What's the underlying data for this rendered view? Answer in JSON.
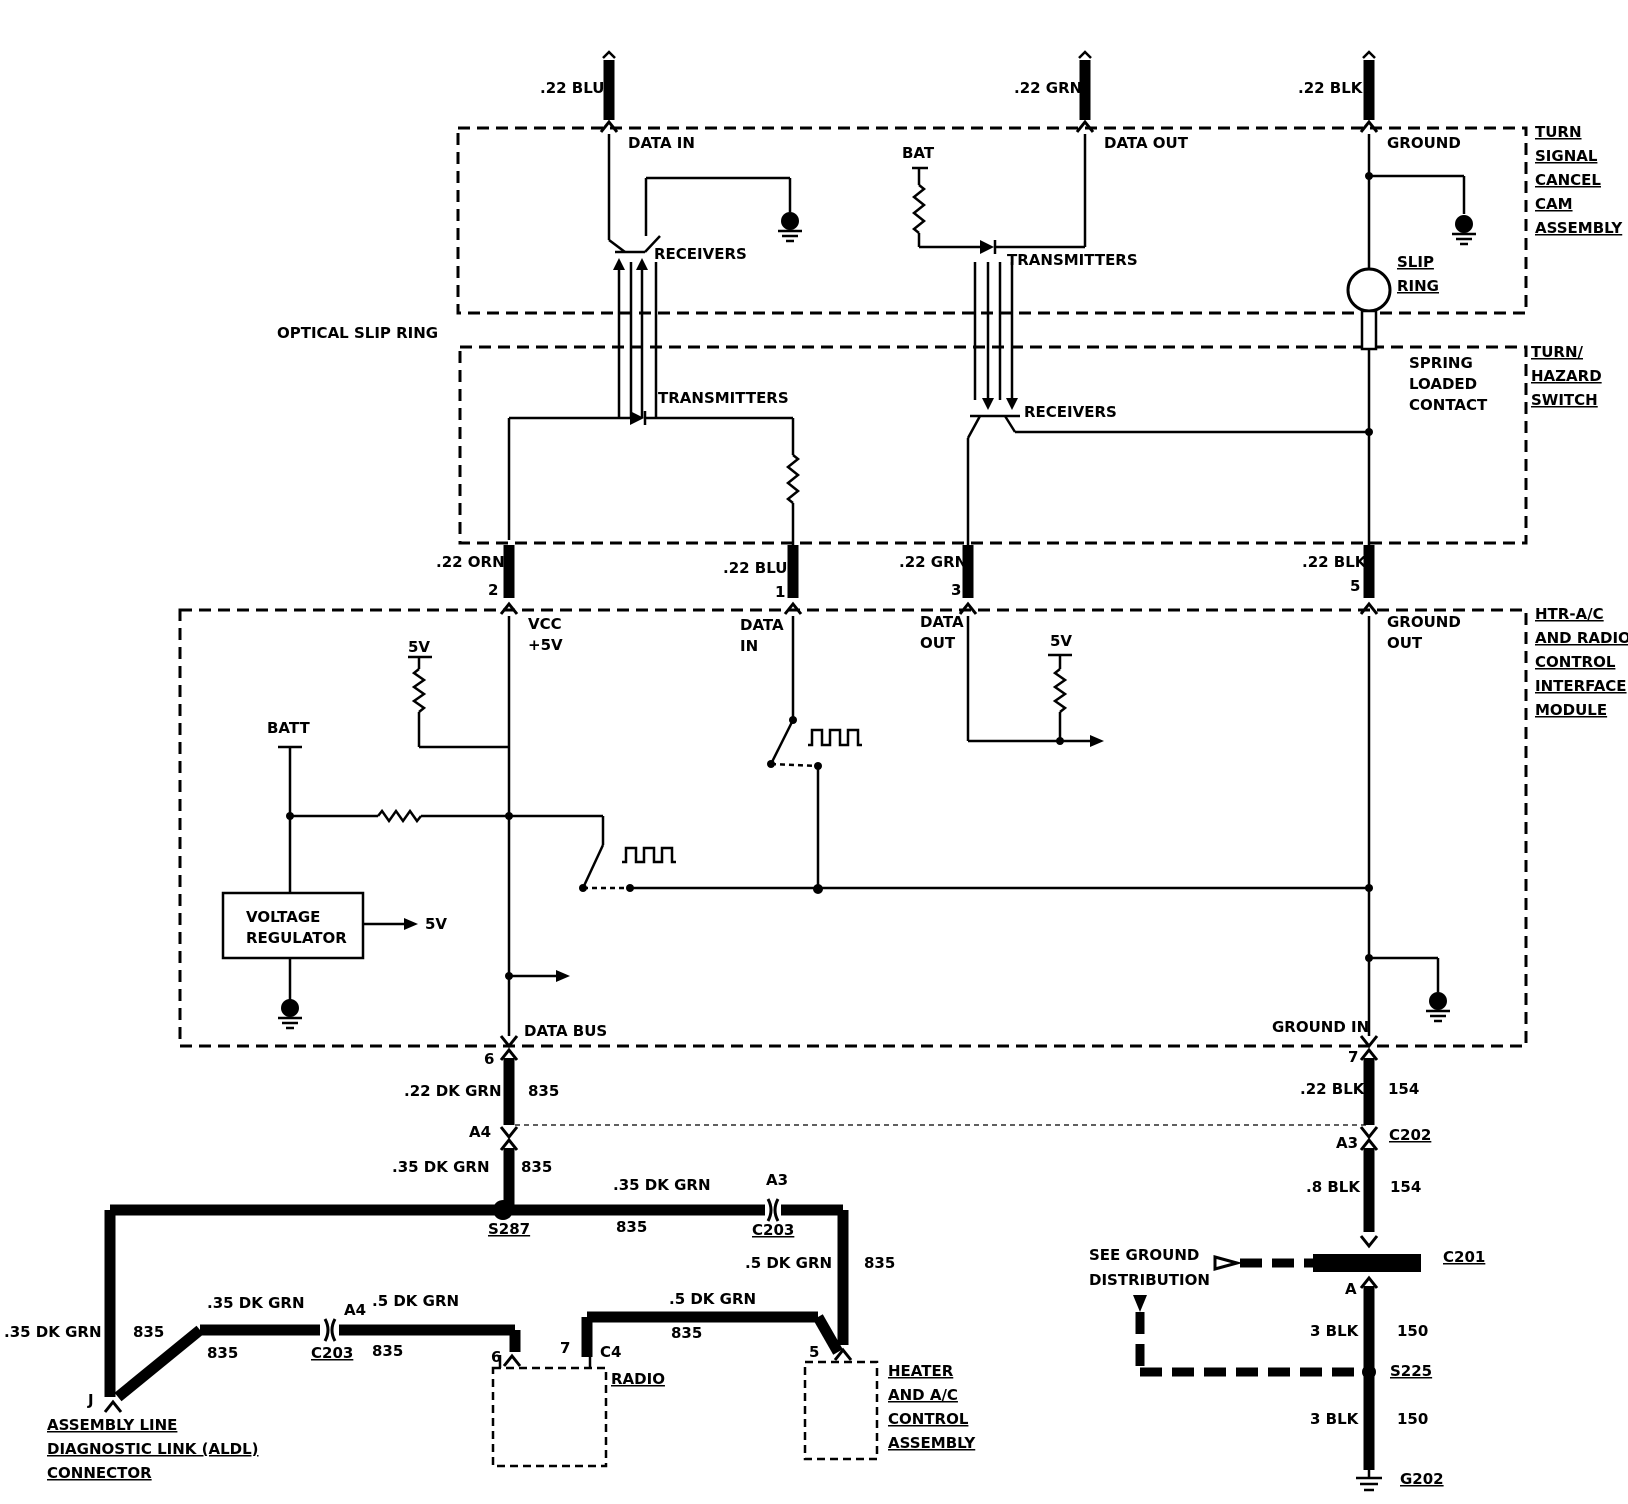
{
  "modules": {
    "turn_signal": [
      "TURN",
      "SIGNAL",
      "CANCEL",
      "CAM",
      "ASSEMBLY"
    ],
    "turn_hazard": [
      "TURN/",
      "HAZARD",
      "SWITCH"
    ],
    "htr_ac": [
      "HTR-A/C",
      "AND RADIO",
      "CONTROL",
      "INTERFACE",
      "MODULE"
    ]
  },
  "optical_slip_ring": "OPTICAL SLIP RING",
  "top_wires": [
    ".22 BLU",
    ".22 GRN",
    ".22 BLK"
  ],
  "turn_signal_labels": {
    "data_in": "DATA IN",
    "data_out": "DATA OUT",
    "ground": "GROUND",
    "bat": "BAT",
    "receivers": "RECEIVERS",
    "transmitters": "TRANSMITTERS",
    "slip_ring": [
      "SLIP",
      "RING"
    ]
  },
  "hazard_labels": {
    "transmitters": "TRANSMITTERS",
    "receivers": "RECEIVERS",
    "spring": [
      "SPRING",
      "LOADED",
      "CONTACT"
    ]
  },
  "mid_wires": [
    {
      "color": ".22 ORN",
      "pin": "2"
    },
    {
      "color": ".22 BLU",
      "pin": "1"
    },
    {
      "color": ".22 GRN",
      "pin": "3"
    },
    {
      "color": ".22 BLK",
      "pin": "5"
    }
  ],
  "interface_labels": {
    "vcc": [
      "VCC",
      "+5V"
    ],
    "data_in": [
      "DATA",
      "IN"
    ],
    "data_out": [
      "DATA",
      "OUT"
    ],
    "ground_out": [
      "GROUND",
      "OUT"
    ],
    "v5": "5V",
    "batt": "BATT",
    "voltage_regulator": [
      "VOLTAGE",
      "REGULATOR"
    ],
    "reg_out": "5V",
    "data_bus": "DATA BUS",
    "ground_in": "GROUND IN"
  },
  "lower": {
    "pin6": "6",
    "pin7": "7",
    "w_22dkgrn": ".22 DK GRN",
    "c835": "835",
    "a4": "A4",
    "w_22blk": ".22 BLK",
    "c154": "154",
    "a3": "A3",
    "c202": "C202",
    "w_35dkgrn": ".35 DK GRN",
    "s287": "S287",
    "w_8blk": ".8 BLK",
    "c201": "C201",
    "see_ground": [
      "SEE GROUND",
      "DISTRIBUTION"
    ],
    "pin_a": "A",
    "w_3blk": "3 BLK",
    "c150": "150",
    "s225": "S225",
    "g202": "G202",
    "a3b": "A3",
    "c203": "C203",
    "w_5dkgrn": ".5 DK GRN",
    "a4b": "A4",
    "pin_j": "J",
    "aldl": [
      "ASSEMBLY LINE",
      "DIAGNOSTIC LINK (ALDL)",
      "CONNECTOR"
    ],
    "radio": "RADIO",
    "c4": "C4",
    "pin7r": "7",
    "pin6r": "6",
    "pin5": "5",
    "heater": [
      "HEATER",
      "AND A/C",
      "CONTROL",
      "ASSEMBLY"
    ]
  }
}
